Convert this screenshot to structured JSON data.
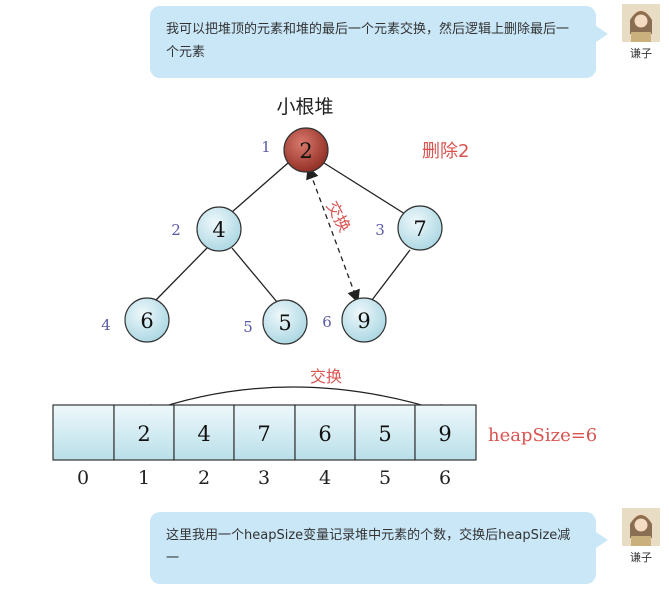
{
  "messages": [
    {
      "text": "我可以把堆顶的元素和堆的最后一个元素交换，然后逻辑上删除最后一个元素",
      "author": "谦子"
    },
    {
      "text": "这里我用一个heapSize变量记录堆中元素的个数，交换后heapSize减一",
      "author": "谦子"
    }
  ],
  "diagram": {
    "title": "小根堆",
    "delete_label": "删除2",
    "swap_label_tree": "交换",
    "swap_label_array": "交换",
    "heap_size_label": "heapSize=6",
    "nodes": [
      {
        "index": "1",
        "value": "2",
        "highlight": true
      },
      {
        "index": "2",
        "value": "4",
        "highlight": false
      },
      {
        "index": "3",
        "value": "7",
        "highlight": false
      },
      {
        "index": "4",
        "value": "6",
        "highlight": false
      },
      {
        "index": "5",
        "value": "5",
        "highlight": false
      },
      {
        "index": "6",
        "value": "9",
        "highlight": false
      }
    ],
    "array_cells": [
      "",
      "2",
      "4",
      "7",
      "6",
      "5",
      "9"
    ],
    "array_indices": [
      "0",
      "1",
      "2",
      "3",
      "4",
      "5",
      "6"
    ],
    "colors": {
      "node_fill": "#cfe9f0",
      "root_fill": "#b03a2e",
      "red_text": "#d9534f",
      "index_text": "#5a5aa8",
      "cell_fill": "#d9eef4"
    }
  }
}
